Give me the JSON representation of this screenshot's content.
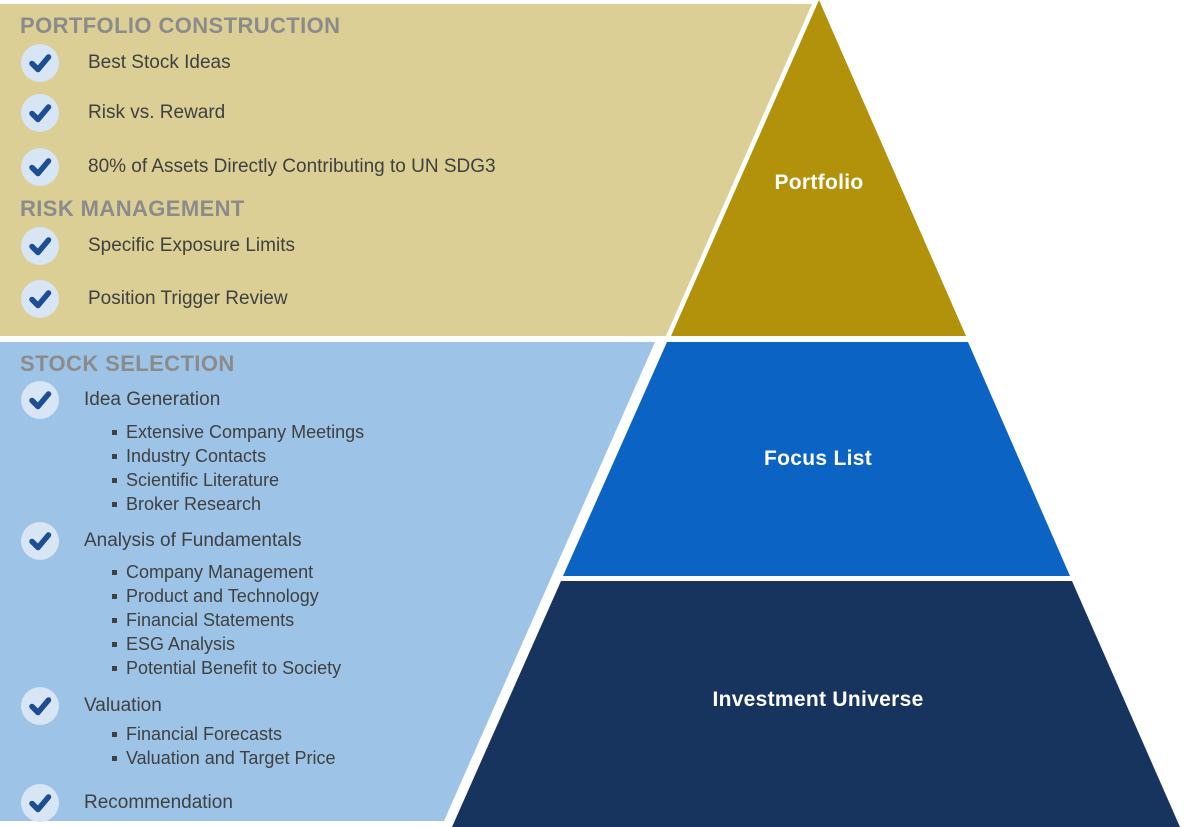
{
  "colors": {
    "tan_panel": "#dccf95",
    "light_blue_panel": "#9dc3e6",
    "gold": "#b1920a",
    "bright_blue": "#0b63c4",
    "navy": "#17345f",
    "header_gray": "#8b8b8b",
    "item_text": "#3f4040",
    "check_circle_bg": "#d7e5f4",
    "check_mark": "#1d4e91"
  },
  "pyramid": {
    "levels": [
      {
        "label": "Portfolio"
      },
      {
        "label": "Focus List"
      },
      {
        "label": "Investment Universe"
      }
    ]
  },
  "panels": {
    "portfolio_risk": {
      "sections": [
        {
          "title": "PORTFOLIO CONSTRUCTION",
          "items": [
            "Best Stock Ideas",
            "Risk vs. Reward",
            "80% of Assets Directly Contributing to UN SDG3"
          ]
        },
        {
          "title": "RISK MANAGEMENT",
          "items": [
            "Specific Exposure Limits",
            "Position Trigger Review"
          ]
        }
      ]
    },
    "stock_selection": {
      "title": "STOCK SELECTION",
      "items": [
        {
          "label": "Idea Generation",
          "sub": [
            "Extensive Company Meetings",
            "Industry Contacts",
            "Scientific Literature",
            "Broker Research"
          ]
        },
        {
          "label": "Analysis of Fundamentals",
          "sub": [
            "Company Management",
            "Product and Technology",
            "Financial Statements",
            "ESG Analysis",
            "Potential Benefit to Society"
          ]
        },
        {
          "label": "Valuation",
          "sub": [
            "Financial Forecasts",
            "Valuation and Target Price"
          ]
        },
        {
          "label": "Recommendation",
          "sub": []
        }
      ]
    }
  }
}
